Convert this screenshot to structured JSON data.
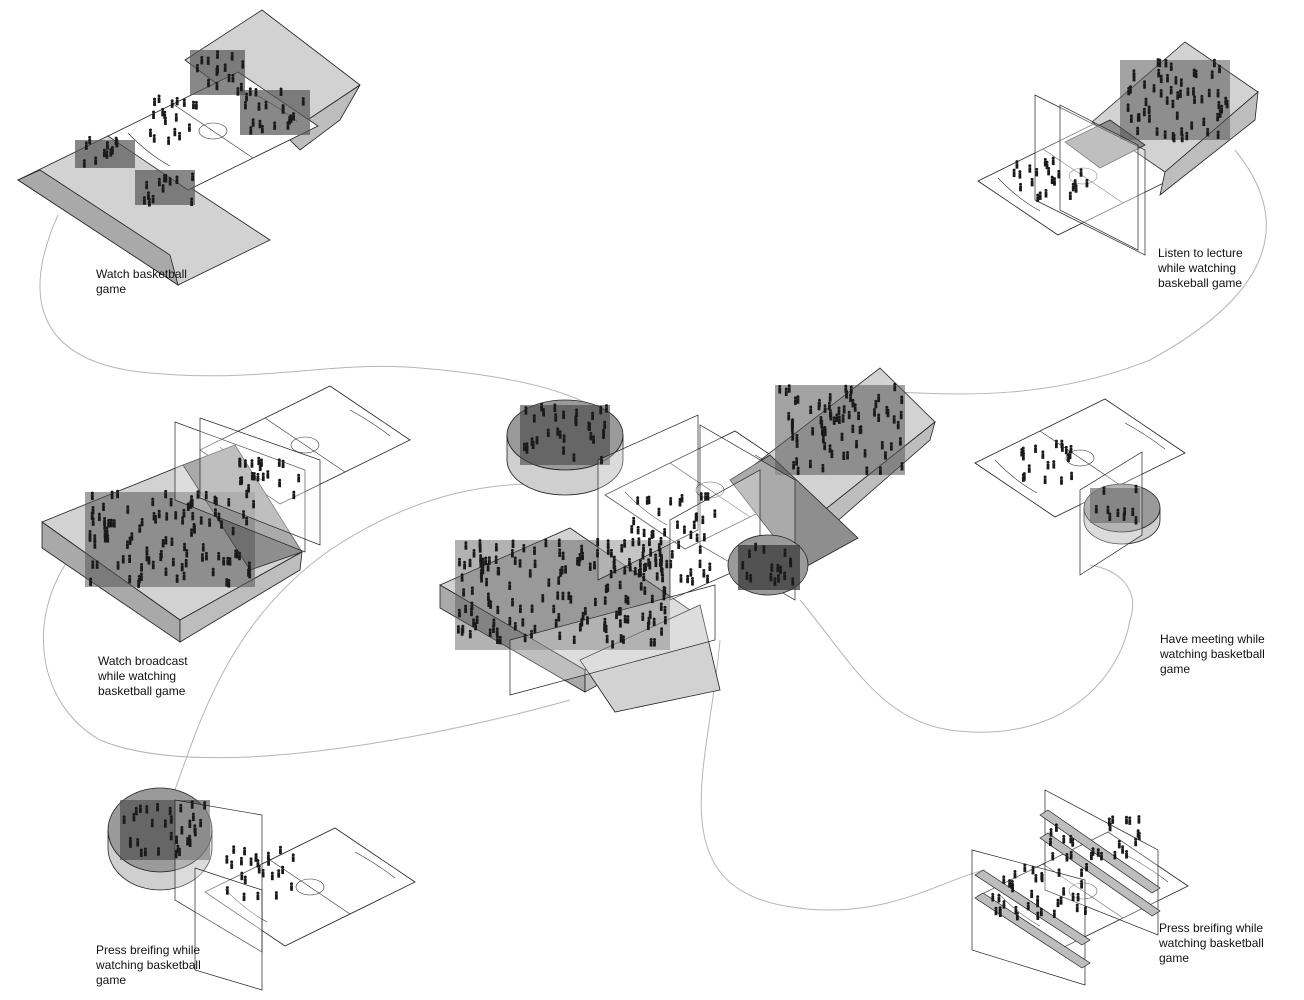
{
  "labels": {
    "top_left": [
      "Watch basketball",
      "game"
    ],
    "top_right": [
      "Listen to lecture",
      "while watching",
      "baskeball game"
    ],
    "mid_left": [
      "Watch broadcast",
      "while watching",
      "basketball game"
    ],
    "mid_right": [
      "Have meeting while",
      "watching basketball",
      "game"
    ],
    "bottom_left": [
      "Press breifing while",
      "watching basketball",
      "game"
    ],
    "bottom_right": [
      "Press breifing while",
      "watching basketball",
      "game"
    ]
  },
  "colors": {
    "background": "#ffffff",
    "connector": "#b5b5b5",
    "seating": "#d2d2d2",
    "dark_floor": "#8e8e8e",
    "figure": "#1a1a1a"
  }
}
